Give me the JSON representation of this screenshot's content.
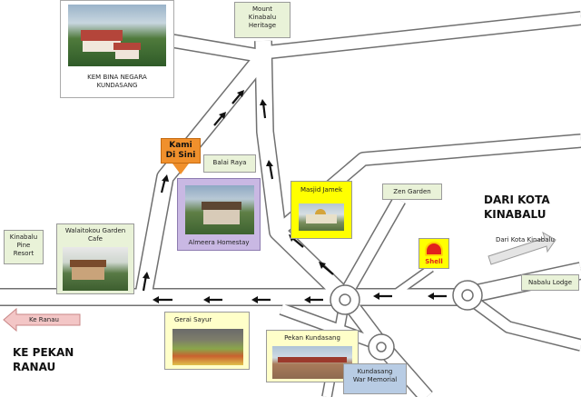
{
  "places": {
    "kem_bina_negara": "KEM BINA NEGARA\nKUNDASANG",
    "mount_kinabalu_heritage": "Mount\nKinabalu\nHeritage",
    "kami_di_sini": "Kami\nDi Sini",
    "balai_raya": "Balai Raya",
    "almeera_homestay": "Almeera Homestay",
    "masjid_jamek": "Masjid Jamek",
    "zen_garden": "Zen Garden",
    "kinabalu_pine_resort": "Kinabalu\nPine\nResort",
    "walaitokou_garden_cafe": "Walaitokou Garden\nCafe",
    "shell": "Shell",
    "dari_kota_kinabalu_big": "DARI KOTA\nKINABALU",
    "dari_kota_kinabalu_small": "Dari Kota Kinabalu",
    "nabalu_lodge": "Nabalu Lodge",
    "ke_ranau": "Ke Ranau",
    "ke_pekan_ranau": "KE PEKAN\nRANAU",
    "gerai_sayur": "Gerai Sayur",
    "pekan_kundasang": "Pekan Kundasang",
    "kundasang_war_memorial": "Kundasang\nWar Memorial"
  },
  "colors": {
    "road_fill": "#ffffff",
    "road_edge": "#6f6f6f",
    "label_box_green": "#e9f2d8",
    "kami_orange": "#f0902c",
    "almeera_frame": "#c9b8e3",
    "yellow_box": "#ffff00",
    "gerai_box": "#ffffc9",
    "pekan_box": "#ffffc9",
    "war_memorial_box": "#b8cce4",
    "ke_ranau_arrow": "#f3c6c6",
    "dari_kk_arrow": "#e4e4e4"
  }
}
